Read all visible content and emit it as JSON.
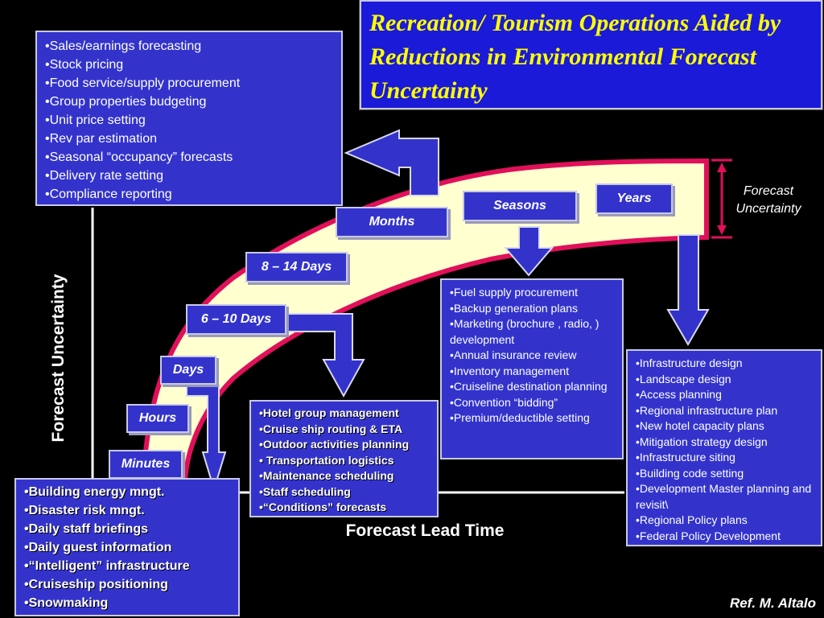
{
  "title": "Recreation/ Tourism Operations Aided by Reductions in Environmental Forecast Uncertainty",
  "axes": {
    "y_label": "Forecast Uncertainty",
    "x_label": "Forecast Lead Time"
  },
  "uncertainty_label": [
    "Forecast",
    "Uncertainty"
  ],
  "timescales": {
    "minutes": "Minutes",
    "hours": "Hours",
    "days": "Days",
    "d6_10": "6 – 10 Days",
    "d8_14": "8 – 14 Days",
    "months": "Months",
    "seasons": "Seasons",
    "years": "Years"
  },
  "lists": {
    "months": [
      "•Sales/earnings forecasting",
      "•Stock pricing",
      "•Food service/supply procurement",
      "•Group properties budgeting",
      "•Unit price setting",
      "•Rev par estimation",
      "•Seasonal “occupancy” forecasts",
      "•Delivery rate setting",
      "•Compliance reporting"
    ],
    "short_term": [
      "•Building energy mngt.",
      "•Disaster risk mngt.",
      "•Daily staff briefings",
      "•Daily guest information",
      "•“Intelligent” infrastructure",
      "•Cruiseship positioning",
      "•Snowmaking"
    ],
    "days": [
      "•Hotel group management",
      "•Cruise ship routing & ETA",
      "•Outdoor activities planning",
      "• Transportation logistics",
      "•Maintenance scheduling",
      "•Staff scheduling",
      "•“Conditions” forecasts"
    ],
    "seasons": [
      "•Fuel supply procurement",
      "•Backup generation plans",
      "•Marketing (brochure , radio, ) development",
      "•Annual insurance review",
      "•Inventory management",
      "•Cruiseline destination planning",
      "•Convention “bidding”",
      "•Premium/deductible setting"
    ],
    "years": [
      "•Infrastructure design",
      "•Landscape design",
      "•Access planning",
      "•Regional infrastructure plan",
      "•New hotel capacity plans",
      "•Mitigation strategy design",
      "•Infrastructure siting",
      "•Building code setting",
      "•Development Master planning and revisit\\",
      "•Regional Policy plans",
      "•Federal Policy Development"
    ]
  },
  "reference": "Ref. M. Altalo",
  "colors": {
    "background": "#000000",
    "box_fill": "#3333cc",
    "title_fill": "#1a1ad8",
    "title_text": "#ffff00",
    "band_fill": "#ffffd0",
    "band_edge": "#e0105a",
    "arrow": "#3333cc"
  }
}
